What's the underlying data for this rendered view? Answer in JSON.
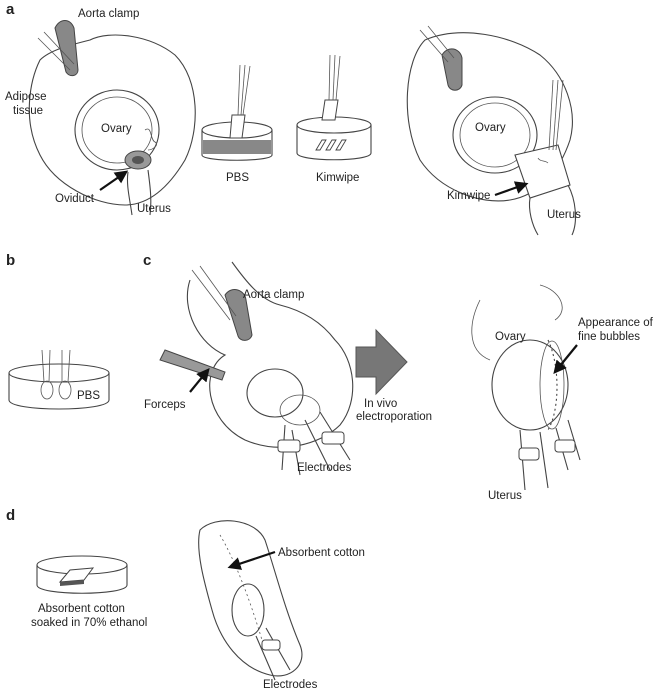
{
  "panels": {
    "a": {
      "letter": "a",
      "labels": {
        "aorta_clamp": "Aorta clamp",
        "adipose_tissue_1": "Adipose",
        "adipose_tissue_2": "tissue",
        "ovary_left": "Ovary",
        "oviduct": "Oviduct",
        "uterus_left": "Uterus",
        "pbs": "PBS",
        "kimwipe_dish": "Kimwipe",
        "ovary_right": "Ovary",
        "kimwipe_arrow": "Kimwipe",
        "uterus_right": "Uterus"
      }
    },
    "b": {
      "letter": "b",
      "labels": {
        "pbs": "PBS"
      }
    },
    "c": {
      "letter": "c",
      "labels": {
        "aorta_clamp": "Aorta clamp",
        "forceps": "Forceps",
        "electrodes": "Electrodes",
        "in_vivo_1": "In vivo",
        "in_vivo_2": "electroporation",
        "ovary": "Ovary",
        "bubbles_1": "Appearance of",
        "bubbles_2": "fine bubbles",
        "uterus": "Uterus"
      }
    },
    "d": {
      "letter": "d",
      "labels": {
        "cotton_1": "Absorbent cotton",
        "cotton_2": "soaked in 70% ethanol",
        "absorbent_cotton": "Absorbent cotton",
        "electrodes": "Electrodes"
      }
    }
  },
  "colors": {
    "ink": "#444444",
    "arrow_fill": "#777777",
    "pbs_band": "#888888"
  }
}
